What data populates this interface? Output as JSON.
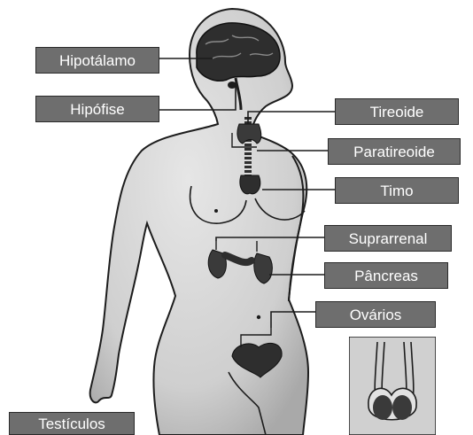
{
  "diagram": {
    "labels": {
      "hipotalamo": "Hipotálamo",
      "hipofise": "Hipófise",
      "tireoide": "Tireoide",
      "paratireoide": "Paratireoide",
      "timo": "Timo",
      "suprarrenal": "Suprarrenal",
      "pancreas": "Pâncreas",
      "ovarios": "Ovários",
      "testiculos": "Testículos"
    },
    "colors": {
      "label_fill": "#6e6e6e",
      "label_text": "#ffffff",
      "body_fill": "#d6d6d6",
      "outline": "#1c1c1c",
      "organ_fill": "#3a3a3a"
    }
  }
}
